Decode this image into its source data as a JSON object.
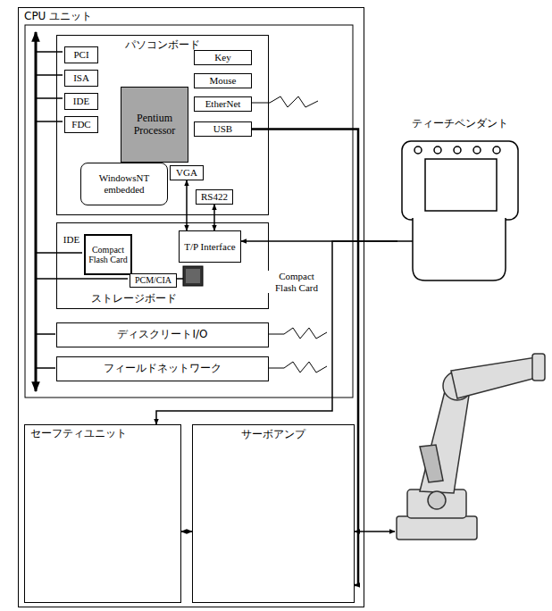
{
  "diagram": {
    "nodes": [
      {
        "text": [
          "CPU ユニット"
        ]
      },
      {
        "text": [
          "パソコンボード"
        ],
        "in": 0
      },
      {
        "text": [
          "PCI"
        ],
        "in": 1
      },
      {
        "text": [
          "ISA"
        ],
        "in": 1
      },
      {
        "text": [
          "IDE"
        ],
        "in": 1
      },
      {
        "text": [
          "FDC"
        ],
        "in": 1
      },
      {
        "text": [
          "Pentium Processor"
        ],
        "in": 1
      },
      {
        "text": [
          "Key"
        ],
        "in": 1
      },
      {
        "text": [
          "Mouse"
        ],
        "in": 1
      },
      {
        "text": [
          "EtherNet"
        ],
        "in": 1
      },
      {
        "text": [
          "USB"
        ],
        "in": 1
      },
      {
        "text": [
          "WindowsNT embedded"
        ],
        "in": 1
      },
      {
        "text": [
          "VGA"
        ],
        "in": 1
      },
      {
        "text": [
          "RS422"
        ],
        "in": 1
      },
      {
        "text": [
          "ストレージボード"
        ],
        "in": 0
      },
      {
        "text": [
          "Compact Flash Card"
        ],
        "in": 14
      },
      {
        "text": [
          "T/P Interface"
        ],
        "in": 14
      },
      {
        "text": [
          "PCM/CIA"
        ],
        "in": 14
      },
      {
        "text": [
          "ディスクリートI/O"
        ],
        "in": 0
      },
      {
        "text": [
          "フィールドネットワーク"
        ],
        "in": 0
      },
      {
        "text": [
          "セーフティユニット"
        ],
        "in": 0
      },
      {
        "text": [
          "サーボアンプ"
        ],
        "in": 0
      },
      {
        "text": [
          "ティーチペンダント"
        ]
      }
    ],
    "edges": [
      {
        "from": 12,
        "to": 16,
        "arrow": "both"
      },
      {
        "from": 13,
        "to": 16,
        "arrow": "both"
      },
      {
        "from": 22,
        "to": 16,
        "arrow": "to"
      },
      {
        "from": 22,
        "to": 20,
        "arrow": "to"
      },
      {
        "from": 10,
        "to": 21,
        "arrow": "to"
      },
      {
        "from": 20,
        "to": 21,
        "arrow": "both"
      }
    ],
    "labels": [
      "IDE",
      "Compact Flash Card"
    ]
  }
}
